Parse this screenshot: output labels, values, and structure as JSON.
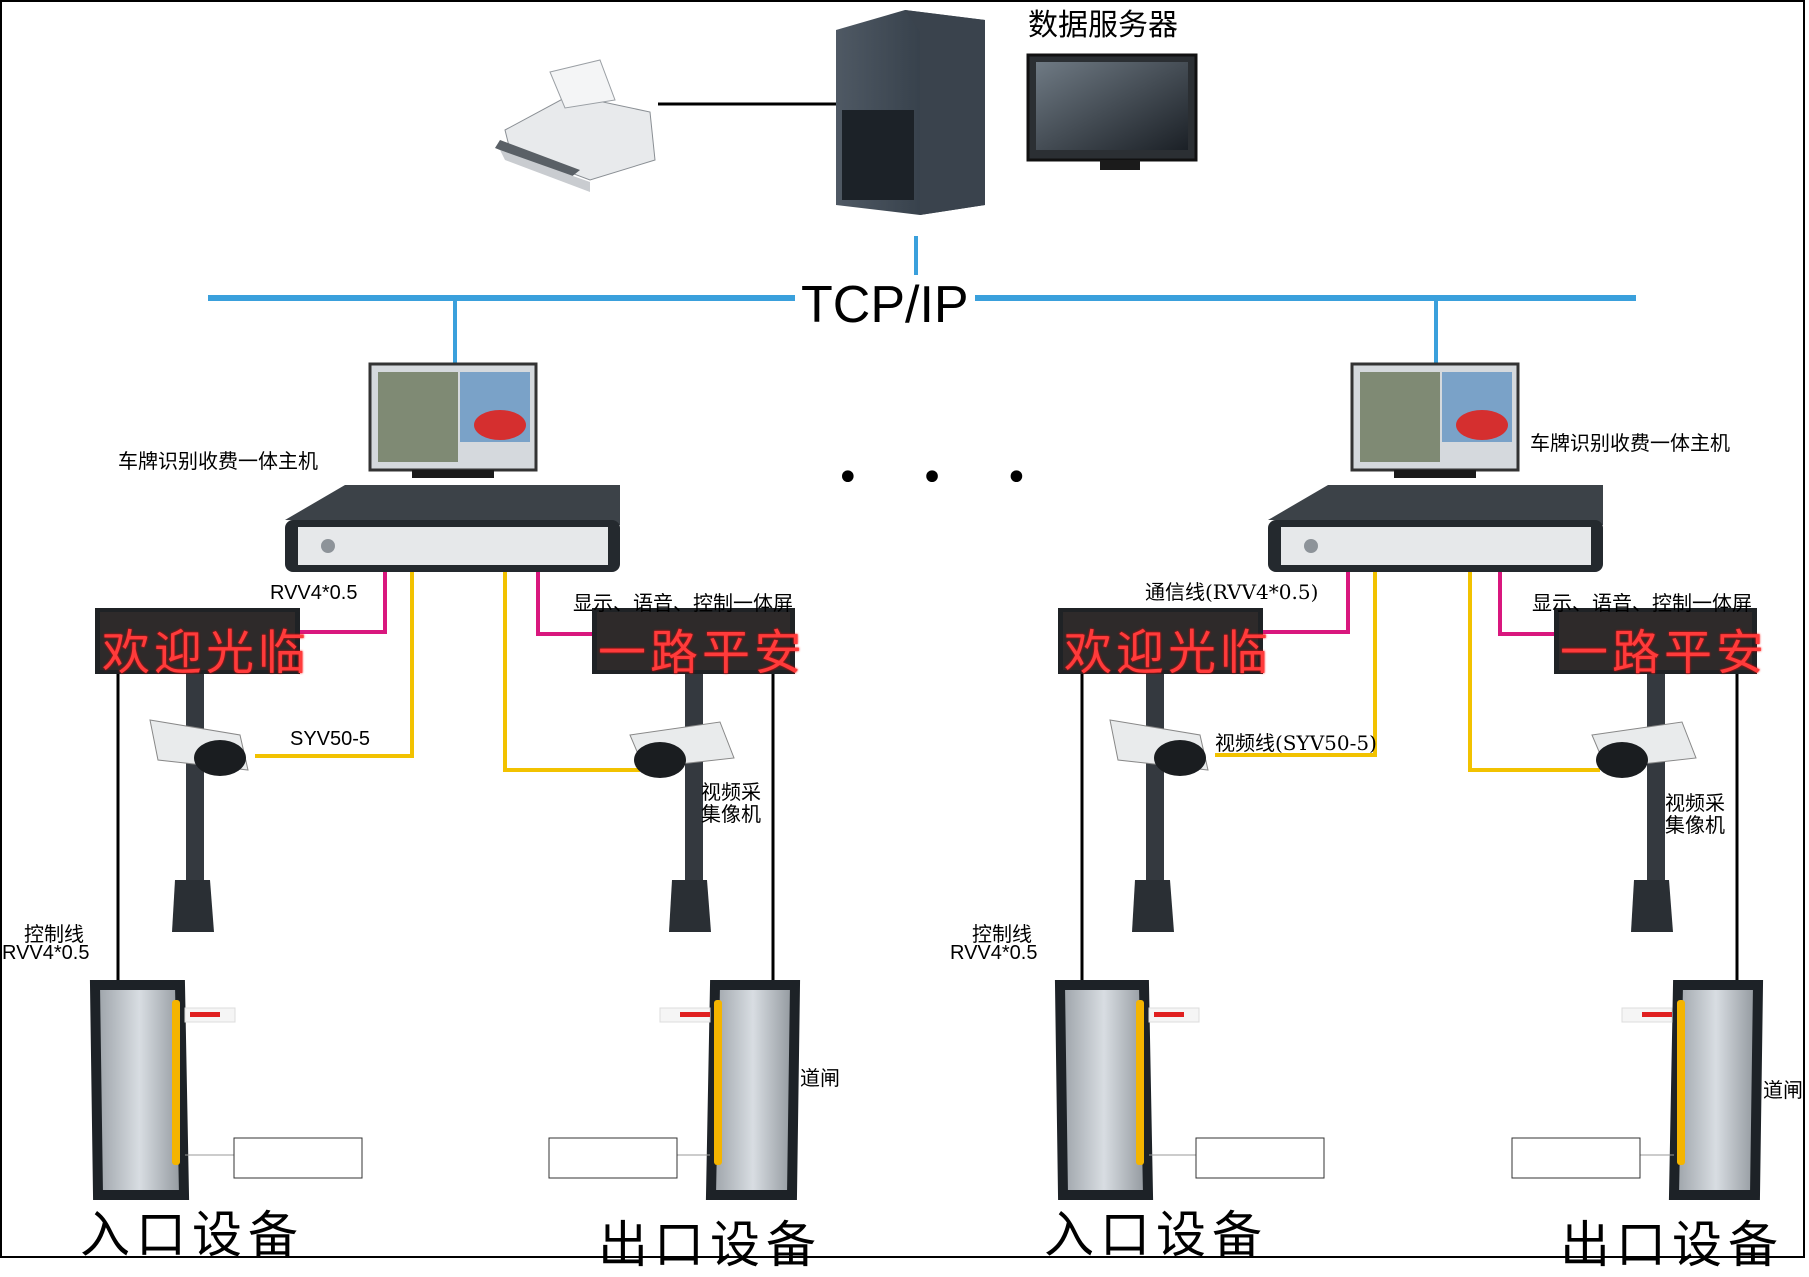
{
  "server": {
    "label": "数据服务器"
  },
  "network": {
    "label": "TCP/IP"
  },
  "ellipsis": "• • •",
  "left": {
    "host_label": "车牌识别收费一体主机",
    "entrance_display_text": "欢迎光临",
    "exit_display_text": "一路平安",
    "cable_comm_label": "RVV4*0.5",
    "screen_label": "显示、语音、控制一体屏",
    "cable_video_label": "SYV50-5",
    "camera_label_1": "视频采",
    "camera_label_2": "集像机",
    "control_label_1": "控制线",
    "control_label_2": "RVV4*0.5",
    "gate_label": "道闸",
    "entrance_label": "入口设备",
    "exit_label": "出口设备"
  },
  "right": {
    "host_label": "车牌识别收费一体主机",
    "entrance_display_text": "欢迎光临",
    "exit_display_text": "一路平安",
    "cable_comm_label": "通信线(RVV4*0.5)",
    "screen_label": "显示、语音、控制一体屏",
    "cable_video_label": "视频线(SYV50-5)",
    "camera_label_1": "视频采",
    "camera_label_2": "集像机",
    "control_label_1": "控制线",
    "control_label_2": "RVV4*0.5",
    "gate_label": "道闸",
    "entrance_label": "入口设备",
    "exit_label": "出口设备"
  },
  "colors": {
    "network": "#3aa0dc",
    "comm_cable": "#d9177e",
    "video_cable": "#f2c200",
    "control_cable": "#000000",
    "led_text": "#ff3b3b"
  }
}
